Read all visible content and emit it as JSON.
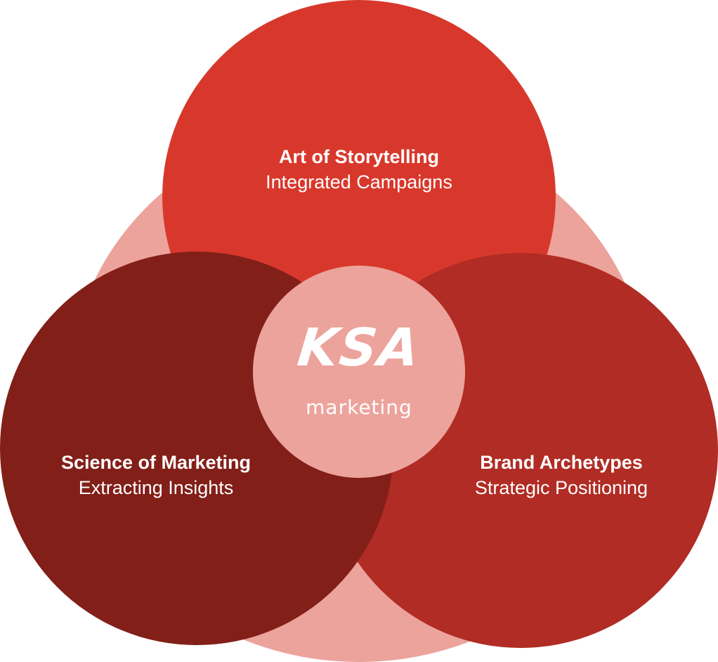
{
  "colors": {
    "back": "#eca39c",
    "top": "#d8382c",
    "right": "#b02c24",
    "left": "#821f18",
    "center": "#eca39c",
    "text": "#ffffff"
  },
  "top": {
    "title": "Art of Storytelling",
    "subtitle": "Integrated Campaigns"
  },
  "left": {
    "title": "Science of Marketing",
    "subtitle": "Extracting Insights"
  },
  "right": {
    "title": "Brand Archetypes",
    "subtitle": "Strategic Positioning"
  },
  "logo": {
    "mark": "KSA",
    "word": "marketing"
  }
}
